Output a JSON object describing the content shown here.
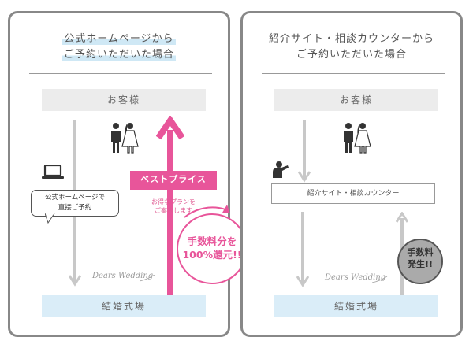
{
  "left_panel": {
    "title_line1": "公式ホームページから",
    "title_line2": "ご予約いただいた場合",
    "customer_label": "お客様",
    "venue_label": "結婚式場",
    "bubble_line1": "公式ホームページで",
    "bubble_line2": "直接ご予約",
    "best_price_label": "ベストプライス",
    "note_line1": "お得なプランを",
    "note_line2": "ご案内します",
    "logo_text": "Dears Wedding",
    "refund_line1": "手数料分を",
    "refund_line2": "100%還元!!"
  },
  "right_panel": {
    "title_line1": "紹介サイト・相談カウンターから",
    "title_line2": "ご予約いただいた場合",
    "customer_label": "お客様",
    "venue_label": "結婚式場",
    "counter_label": "紹介サイト・相談カウンター",
    "logo_text": "Dears Wedding",
    "fee_line1": "手数料",
    "fee_line2": "発生!!"
  },
  "colors": {
    "accent_pink": "#e8559a",
    "arrow_gray": "#c8c8c8",
    "customer_box": "#ececec",
    "venue_box": "#daedf8",
    "fee_circle": "#aaaaaa"
  },
  "icons": [
    "couple-icon",
    "laptop-icon",
    "agent-icon",
    "circular-arrow-icon"
  ]
}
